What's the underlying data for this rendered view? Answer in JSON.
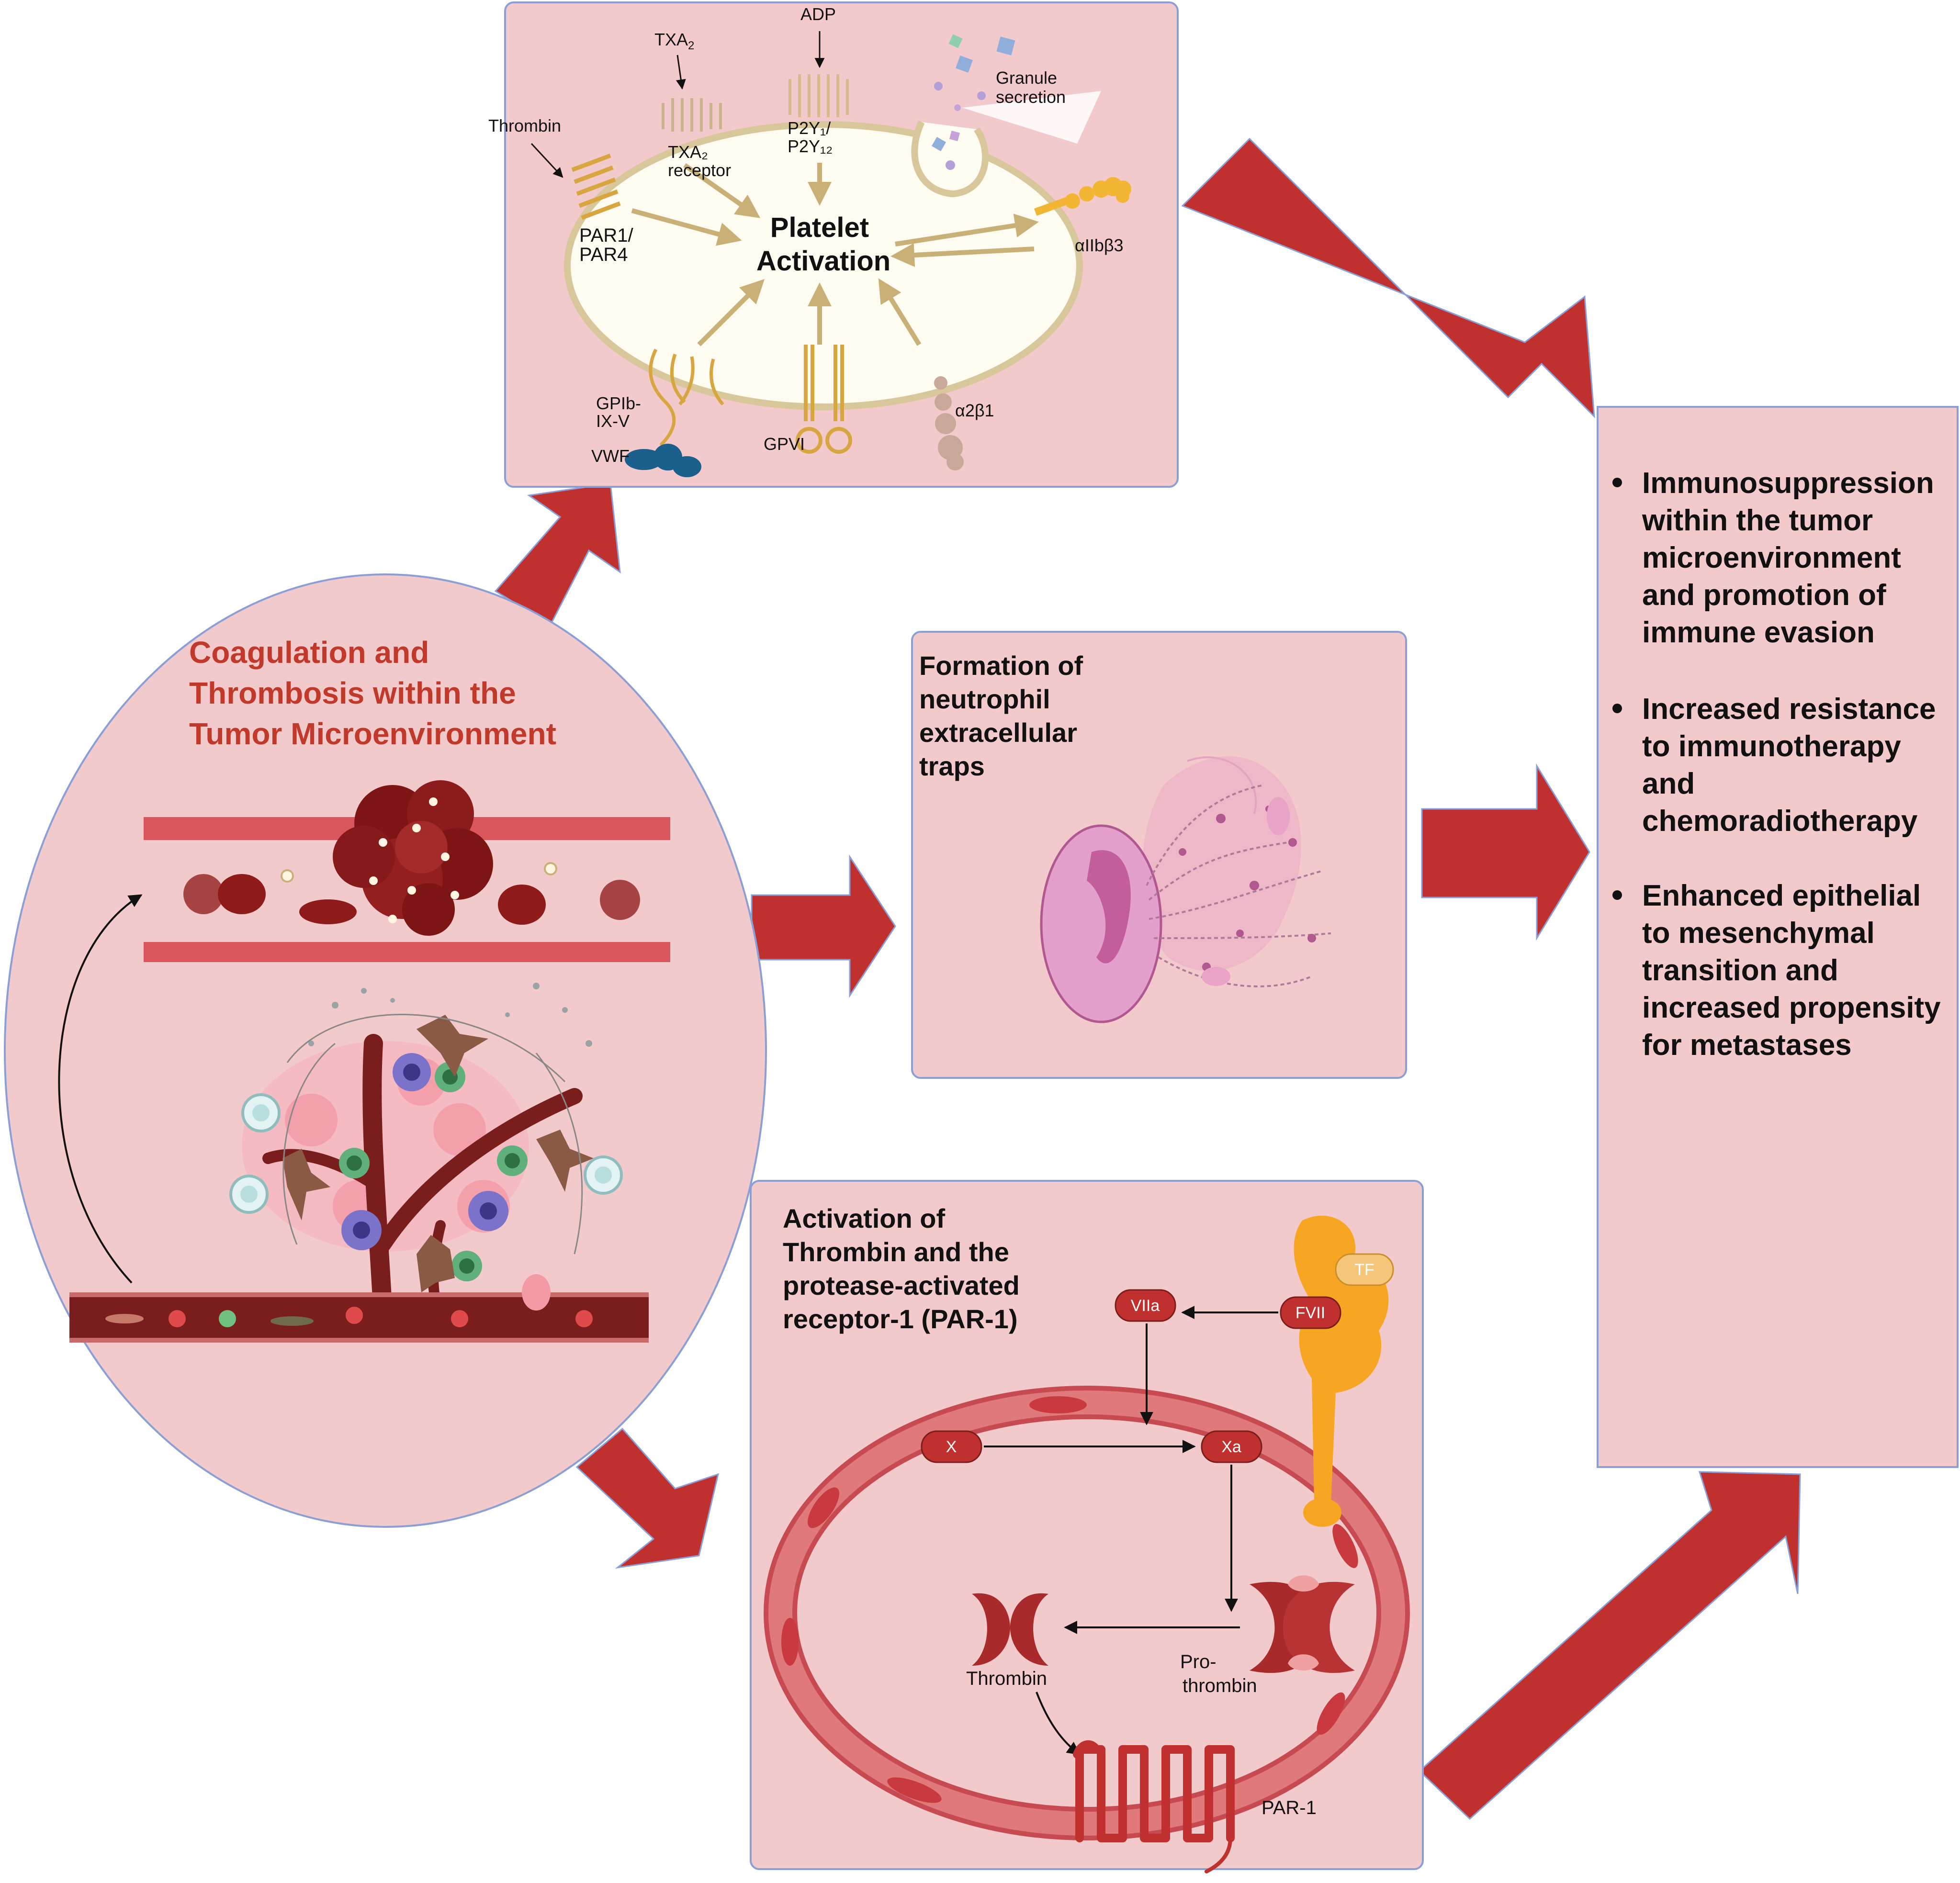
{
  "colors": {
    "panel_fill": "#f3cacb",
    "panel_stroke": "#8a9fd6",
    "arrow_red": "#c0302e",
    "platelet_fill": "#fefcf0",
    "platelet_rim": "#d8c79a",
    "receptor_gold": "#d8a640",
    "vessel_dark": "#7a1d1d",
    "title_red": "#c0392b",
    "tf_orange": "#f6a623"
  },
  "left": {
    "title_lines": [
      "Coagulation and",
      "Thrombosis within the",
      "Tumor Microenvironment"
    ]
  },
  "platelet": {
    "center_lines": [
      "Platelet",
      "Activation"
    ],
    "labels": {
      "thrombin": "Thrombin",
      "par_lines": [
        "PAR1/",
        "PAR4"
      ],
      "txa2": "TXA",
      "txa2_sub": "2",
      "txa2_receptor_lines": [
        "TXA₂",
        "receptor"
      ],
      "adp": "ADP",
      "p2y_lines": [
        "P2Y₁/",
        "P2Y₁₂"
      ],
      "granule_lines": [
        "Granule",
        "secretion"
      ],
      "aiib": "αIIbβ3",
      "gpib_lines": [
        "GPIb-",
        "IX-V"
      ],
      "vwf": "VWF",
      "gpvi": "GPVI",
      "a2b1": "α2β1"
    }
  },
  "net": {
    "title_lines": [
      "Formation of",
      "neutrophil",
      "extracellular",
      "traps"
    ]
  },
  "thrombin_panel": {
    "title_lines": [
      "Activation of",
      "Thrombin and the",
      "protease-activated",
      "receptor-1 (PAR-1)"
    ],
    "labels": {
      "tf": "TF",
      "fvii": "FVII",
      "viia": "VIIa",
      "x": "X",
      "xa": "Xa",
      "thrombin": "Thrombin",
      "prothrombin_lines": [
        "Pro-",
        "thrombin"
      ],
      "par1": "PAR-1"
    }
  },
  "outcomes": {
    "items": [
      {
        "lines": [
          "Immunosuppression",
          "within the tumor",
          "microenvironment",
          "and promotion of",
          "immune evasion"
        ]
      },
      {
        "lines": [
          "Increased resistance",
          "to immunotherapy",
          "and",
          "chemoradiotherapy"
        ]
      },
      {
        "lines": [
          "Enhanced epithelial",
          "to mesenchymal",
          "transition and",
          "increased propensity",
          "for metastases"
        ]
      }
    ]
  }
}
